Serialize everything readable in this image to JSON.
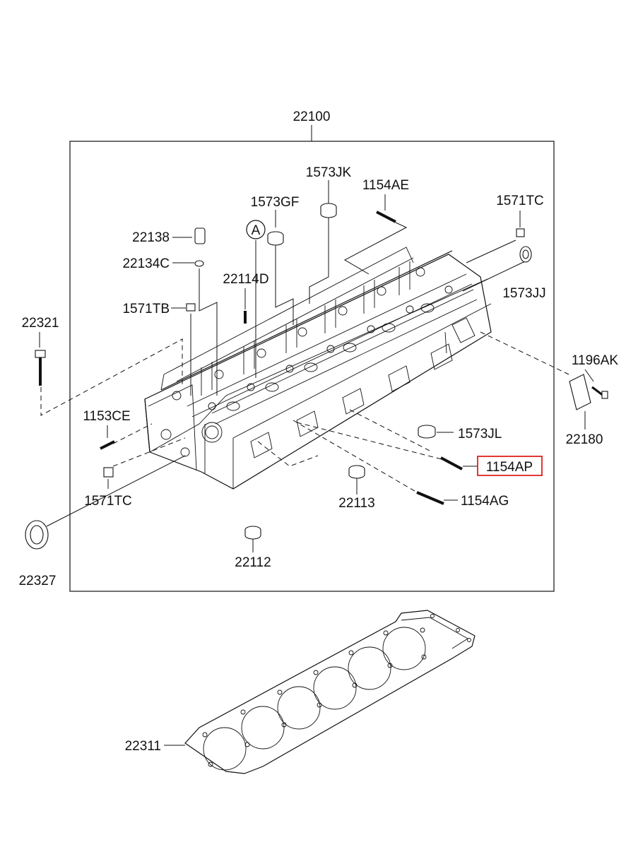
{
  "diagram": {
    "assembly_label": "22100",
    "callout_symbol": "A",
    "highlight_color": "#e02020",
    "labels": {
      "p1573JK": "1573JK",
      "p1154AE": "1154AE",
      "p1573GF": "1573GF",
      "p1571TC_top": "1571TC",
      "p22138": "22138",
      "p22134C": "22134C",
      "p22114D": "22114D",
      "p1573JJ": "1573JJ",
      "p1571TB": "1571TB",
      "p22321": "22321",
      "p1196AK": "1196AK",
      "p1153CE": "1153CE",
      "p22180": "22180",
      "p1573JL": "1573JL",
      "p1154AP": "1154AP",
      "p1571TC_bottom": "1571TC",
      "p22113": "22113",
      "p1154AG": "1154AG",
      "p22112": "22112",
      "p22327": "22327",
      "p22311": "22311"
    }
  }
}
